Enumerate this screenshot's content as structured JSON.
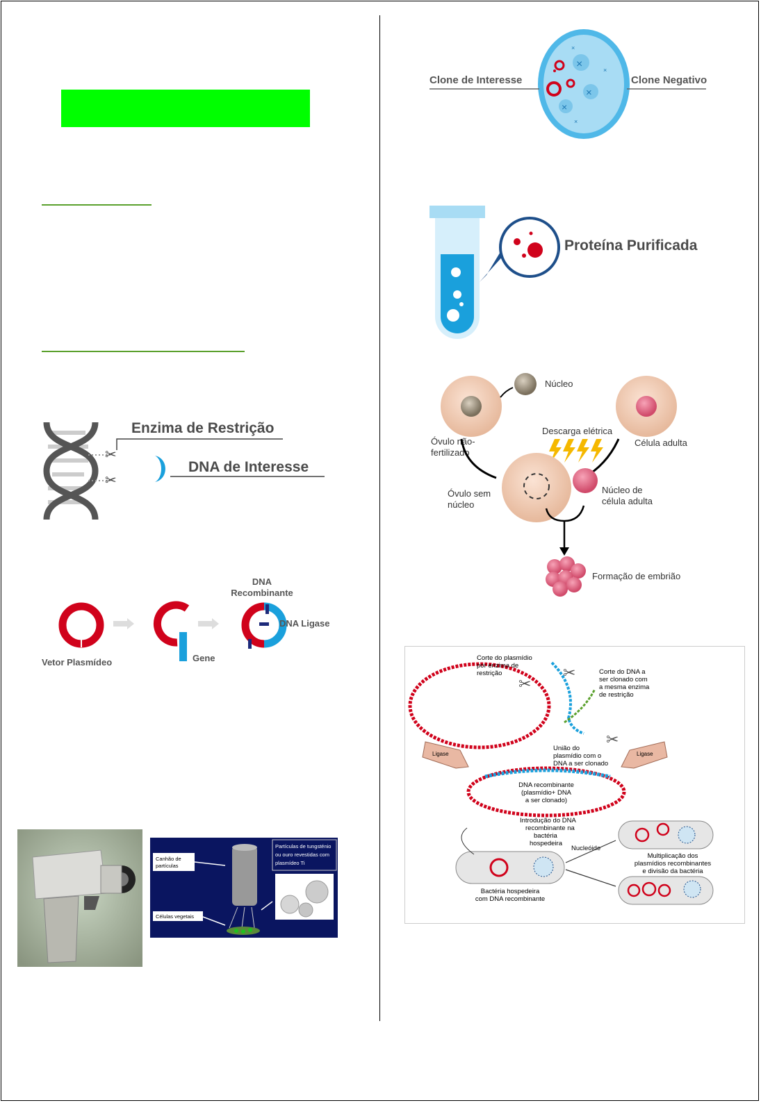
{
  "doc": {
    "colors": {
      "highlight": "#00ff00",
      "underline": "#5aa02c",
      "red": "#d0021b",
      "blue": "#1aa0dc"
    }
  },
  "restriction": {
    "enzyme_label": "Enzima de Restrição",
    "dna_label": "DNA  de Interesse"
  },
  "plasmid": {
    "vector_label": "Vetor Plasmídeo",
    "gene_label": "Gene",
    "recomb_line1": "DNA",
    "recomb_line2": "Recombinante",
    "ligase_label": "DNA Ligase"
  },
  "gun": {
    "cannon_label_1": "Canhão de",
    "cannon_label_2": "partículas",
    "particles_1": "Partículas de tungsténio",
    "particles_2": "ou ouro revestidas com",
    "particles_3": "plasmídeo Ti",
    "cells_label": "Células vegetais"
  },
  "clone": {
    "interest_label": "Clone de Interesse",
    "negative_label": "Clone Negativo"
  },
  "protein": {
    "label": "Proteína Purificada"
  },
  "cloning": {
    "nucleus": "Núcleo",
    "discharge": "Descarga elétrica",
    "egg_line1": "Óvulo não-",
    "egg_line2": "fertilizado",
    "adult_cell": "Célula adulta",
    "enucleated_line1": "Óvulo sem",
    "enucleated_line2": "núcleo",
    "adult_nucleus_line1": "Núcleo de",
    "adult_nucleus_line2": "célula adulta",
    "embryo": "Formação de embrião"
  },
  "recombinant": {
    "cut_plasmid_1": "Corte do plasmídio",
    "cut_plasmid_2": "por enzima de",
    "cut_plasmid_3": "restrição",
    "cut_dna_1": "Corte do DNA a",
    "cut_dna_2": "ser clonado com",
    "cut_dna_3": "a mesma enzima",
    "cut_dna_4": "de restrição",
    "union_1": "União do",
    "union_2": "plasmídio com o",
    "union_3": "DNA a ser clonado",
    "ligase": "Ligase",
    "recomb_1": "DNA recombinante",
    "recomb_2": "(plasmídio+ DNA",
    "recomb_3": "a ser clonado)",
    "intro_1": "Introdução do DNA",
    "intro_2": "recombinante na",
    "intro_3": "bactéria",
    "intro_4": "hospedeira",
    "nucleoid": "Nucleóide",
    "host_1": "Bactéria hospedeira",
    "host_2": "com DNA recombinante",
    "mult_1": "Multiplicação dos",
    "mult_2": "plasmídios recombinantes",
    "mult_3": "e divisão da bactéria"
  }
}
